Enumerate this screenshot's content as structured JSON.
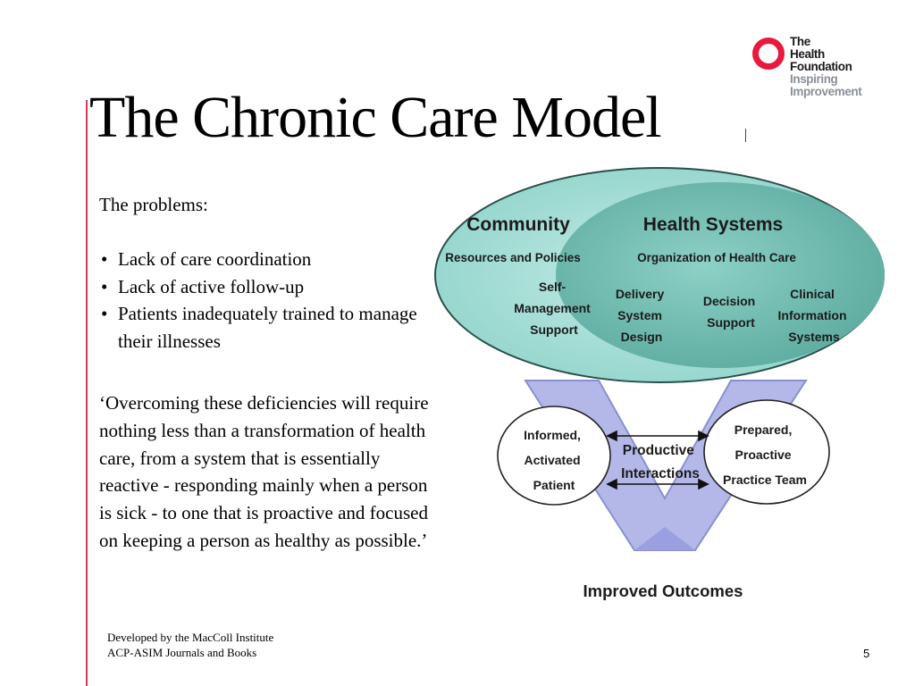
{
  "slide": {
    "title": "The Chronic Care Model",
    "page_number": "5"
  },
  "logo": {
    "line1": "The",
    "line2": "Health",
    "line3": "Foundation",
    "line4": "Inspiring",
    "line5": "Improvement"
  },
  "problems": {
    "heading": "The problems:",
    "items": [
      "Lack of care coordination",
      "Lack of active follow-up",
      "Patients inadequately trained to manage their illnesses"
    ]
  },
  "quote": "‘Overcoming these deficiencies will require nothing less than a transformation of health  care, from a system that is essentially  reactive - responding mainly when a person is sick - to one that is proactive and focused on keeping a person as healthy as possible.’",
  "footer": {
    "line1": "Developed by the MacColl Institute",
    "line2": "ACP-ASIM Journals and Books"
  },
  "diagram": {
    "community": "Community",
    "health_systems": "Health Systems",
    "resources": "Resources and Policies",
    "organization": "Organization of Health Care",
    "self_management": [
      "Self-",
      "Management",
      "Support"
    ],
    "delivery": [
      "Delivery",
      "System",
      "Design"
    ],
    "decision": [
      "Decision",
      "Support"
    ],
    "clinical": [
      "Clinical",
      "Information",
      "Systems"
    ],
    "patient": [
      "Informed,",
      "Activated",
      "Patient"
    ],
    "interactions": [
      "Productive",
      "Interactions"
    ],
    "team": [
      "Prepared,",
      "Proactive",
      "Practice Team"
    ],
    "outcomes": "Improved Outcomes",
    "colors": {
      "outer_ellipse": "#9fdcd4",
      "inner_ellipse": "#6fbfb4",
      "arrow": "#b3b8e8",
      "arrow_edge": "#8990cf",
      "logo_ring": "#e8193c",
      "accent_line": "#d23a52"
    }
  }
}
